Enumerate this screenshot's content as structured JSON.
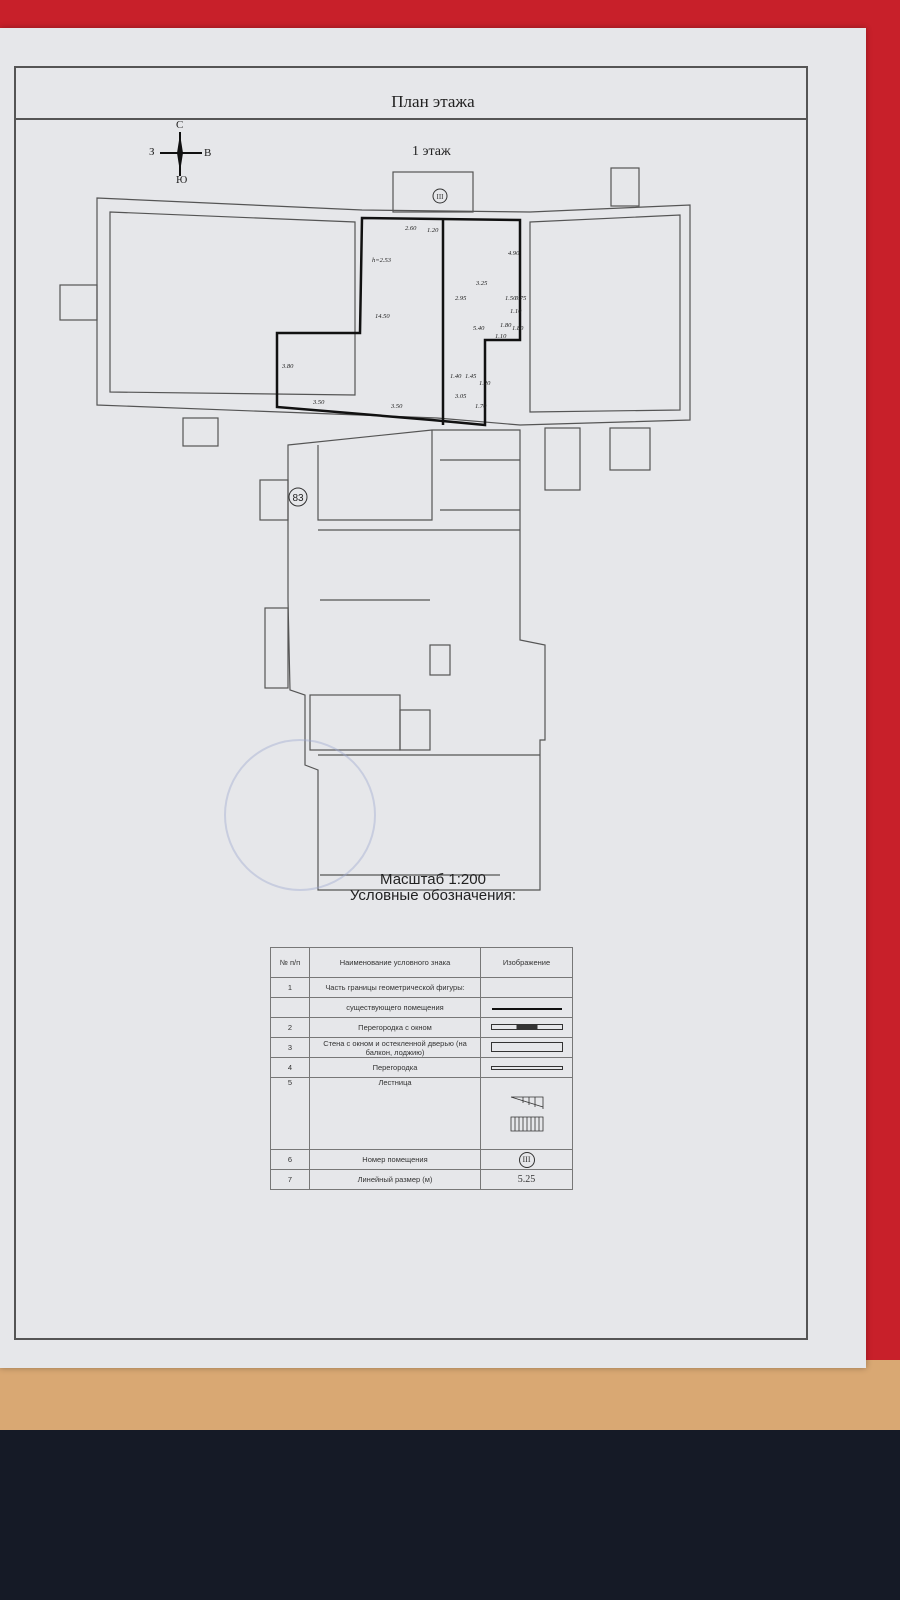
{
  "header": {
    "title": "План этажа",
    "floor": "1 этаж"
  },
  "compass": {
    "north": "С",
    "south": "Ю",
    "west": "З",
    "east": "В"
  },
  "plan": {
    "room_number_top": "III",
    "room_number_left": "83",
    "height_label": "h=2.53",
    "dimensions": [
      "2.60",
      "1.20",
      "4.90",
      "3.25",
      "2.95",
      "1.50",
      "0.75",
      "1.10",
      "1.80",
      "5.40",
      "1.10",
      "1.80",
      "14.50",
      "3.80",
      "3.50",
      "3.50",
      "1.40",
      "1.45",
      "1.20",
      "3.05",
      "1.70"
    ]
  },
  "scale": "Масштаб 1:200",
  "legend": {
    "title": "Условные обозначения:",
    "headers": [
      "№ п/п",
      "Наименование условного знака",
      "Изображение"
    ],
    "rows": [
      {
        "num": "1",
        "name": "Часть границы геометрической фигуры:"
      },
      {
        "num": "",
        "name": "существующего помещения"
      },
      {
        "num": "2",
        "name": "Перегородка с окном"
      },
      {
        "num": "3",
        "name": "Стена с окном и остекленной дверью (на балкон, лоджию)"
      },
      {
        "num": "4",
        "name": "Перегородка"
      },
      {
        "num": "5",
        "name": "Лестница"
      },
      {
        "num": "6",
        "name": "Номер помещения",
        "symbol": "III"
      },
      {
        "num": "7",
        "name": "Линейный размер (м)",
        "symbol": "5.25"
      }
    ]
  }
}
